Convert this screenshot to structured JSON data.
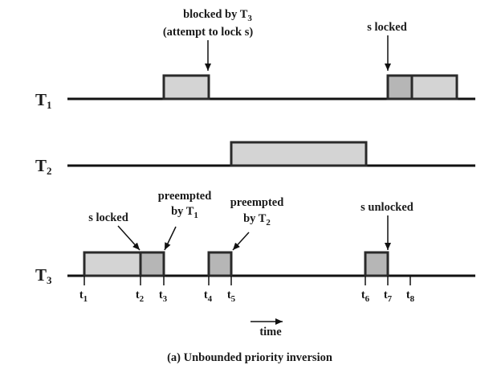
{
  "colors": {
    "normal_exec": "#d4d4d4",
    "critical_section": "#b6b6b6",
    "line": "#111111",
    "border": "#2a2a2a"
  },
  "tasks": [
    {
      "main": "T",
      "sub": "1"
    },
    {
      "main": "T",
      "sub": "2"
    },
    {
      "main": "T",
      "sub": "3"
    }
  ],
  "executions": {
    "t1": [
      {
        "from": "t_blocked_start",
        "to": "t_blocked_end",
        "kind": "normal"
      },
      {
        "from": "t7",
        "to": "t_s_end",
        "kind": "critical"
      },
      {
        "from": "t_s_end",
        "to": "t_t1_end",
        "kind": "normal"
      }
    ],
    "t2": [
      {
        "from": "t5",
        "to": "t6",
        "kind": "normal"
      }
    ],
    "t3": [
      {
        "from": "t1",
        "to": "t2",
        "kind": "normal"
      },
      {
        "from": "t2",
        "to": "t3",
        "kind": "critical"
      },
      {
        "from": "t4",
        "to": "t5",
        "kind": "critical"
      },
      {
        "from": "t6",
        "to": "t7",
        "kind": "critical"
      }
    ]
  },
  "annotations": {
    "blocked_line1_main": "blocked by T",
    "blocked_line1_sub": "3",
    "blocked_line2": "(attempt to lock s)",
    "t1_s_locked": "s locked",
    "preempted1_line1": "preempted",
    "preempted1_line2_main": "by T",
    "preempted1_line2_sub": "1",
    "t3_s_locked": "s locked",
    "preempted2_line1": "preempted",
    "preempted2_line2_main": "by T",
    "preempted2_line2_sub": "2",
    "s_unlocked": "s unlocked"
  },
  "time_ticks": [
    {
      "main": "t",
      "sub": "1"
    },
    {
      "main": "t",
      "sub": "2"
    },
    {
      "main": "t",
      "sub": "3"
    },
    {
      "main": "t",
      "sub": "4"
    },
    {
      "main": "t",
      "sub": "5"
    },
    {
      "main": "t",
      "sub": "6"
    },
    {
      "main": "t",
      "sub": "7"
    },
    {
      "main": "t",
      "sub": "8"
    }
  ],
  "time_label": "time",
  "caption": "(a) Unbounded priority inversion"
}
